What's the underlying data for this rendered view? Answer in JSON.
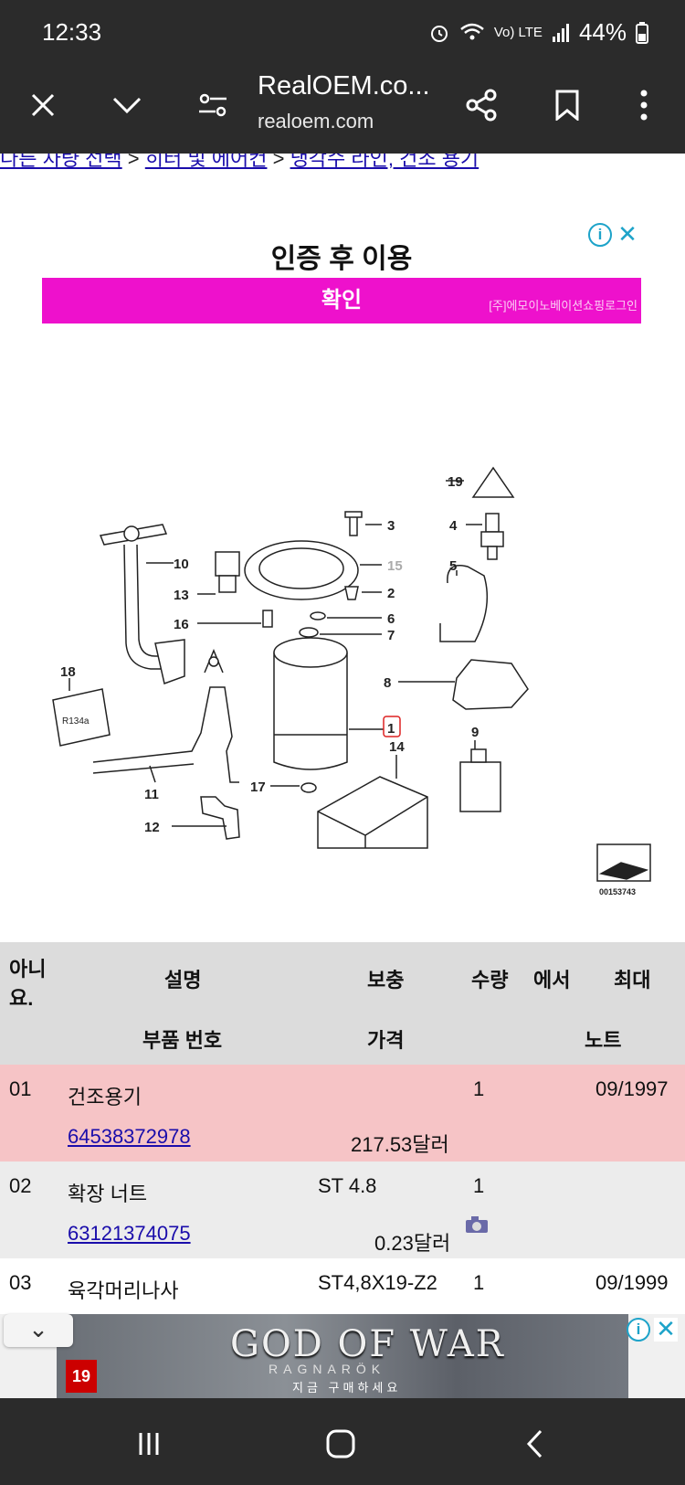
{
  "status_bar": {
    "time": "12:33",
    "network": "Vo) LTE",
    "battery": "44%"
  },
  "browser": {
    "title": "RealOEM.co...",
    "url": "realoem.com"
  },
  "breadcrumb": {
    "items": [
      "다른 차량 선택",
      "히터 및 에어컨",
      "냉각수 라인, 건조 용기"
    ],
    "separator": ">"
  },
  "ad": {
    "title": "인증 후 이용",
    "button": "확인",
    "company": "[주]에모이노베이션쇼핑로그인",
    "info": "i",
    "close": "✕"
  },
  "diagram": {
    "callouts": [
      "19",
      "3",
      "4",
      "10",
      "15",
      "2",
      "5",
      "13",
      "16",
      "6",
      "7",
      "18",
      "8",
      "1",
      "14",
      "9",
      "17",
      "11",
      "12"
    ],
    "label_1": "1",
    "image_code": "00153743",
    "card_text": "R134a"
  },
  "table": {
    "headers1": [
      "아니요.",
      "설명",
      "보충",
      "수량",
      "에서",
      "최대"
    ],
    "headers2": [
      "부품 번호",
      "가격",
      "노트"
    ],
    "rows": [
      {
        "no": "01",
        "desc": "건조용기",
        "supp": "",
        "qty": "1",
        "from": "",
        "to": "09/1997",
        "part": "64538372978",
        "price": "217.53달러"
      },
      {
        "no": "02",
        "desc": "확장 너트",
        "supp": "ST 4.8",
        "qty": "1",
        "from": "",
        "to": "",
        "part": "63121374075",
        "price": "0.23달러"
      },
      {
        "no": "03",
        "desc": "육각머리나사",
        "supp": "ST4,8X19-Z2",
        "qty": "1",
        "from": "",
        "to": "09/1999",
        "part": "",
        "price": ""
      }
    ]
  },
  "bottom_ad": {
    "title": "GOD OF WAR",
    "subtitle": "RAGNARÖK",
    "cta": "지금 구매하세요",
    "rating": "19",
    "info": "i",
    "close": "✕",
    "collapse": "⌄"
  },
  "colors": {
    "bar": "#2b2b2b",
    "highlight_row": "#f6c4c6",
    "ad_magenta": "#ee11cc",
    "link": "#1a0dab"
  }
}
